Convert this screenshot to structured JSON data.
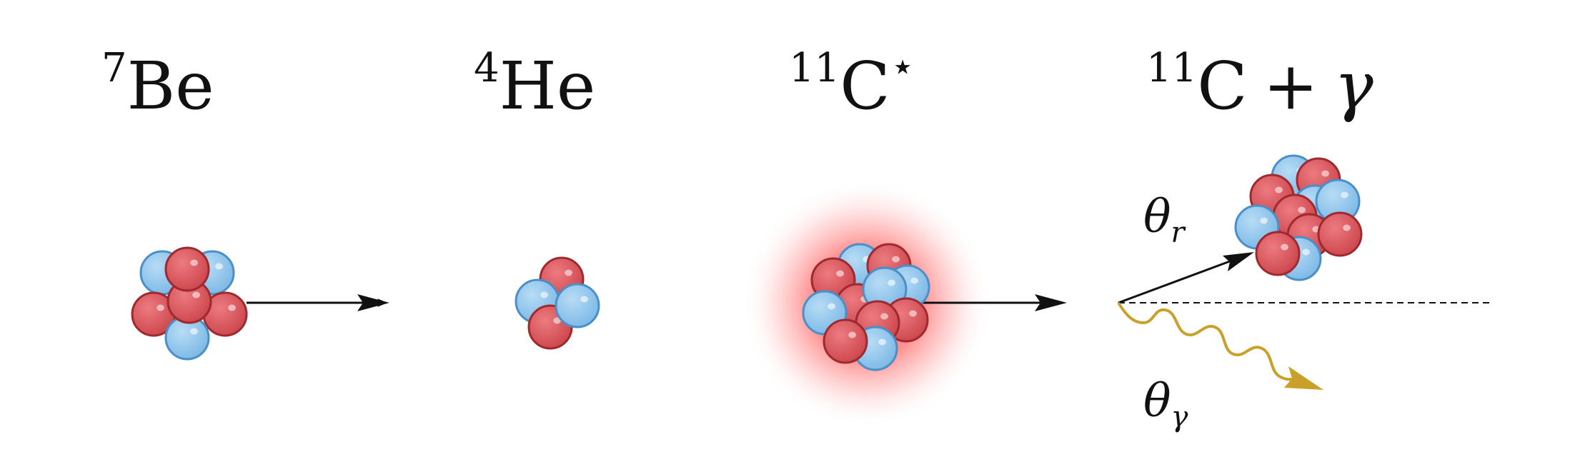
{
  "labels": {
    "be7": {
      "mass": "7",
      "symbol": "Be"
    },
    "he4": {
      "mass": "4",
      "symbol": "He"
    },
    "c11s": {
      "mass": "11",
      "symbol": "C",
      "star": "⋆"
    },
    "c11g": {
      "mass": "11",
      "symbol": "C",
      "plus": "+",
      "gamma": "γ"
    }
  },
  "angles": {
    "recoil": {
      "symbol": "θ",
      "sub": "r"
    },
    "gamma": {
      "symbol": "θ",
      "sub": "γ"
    }
  },
  "colors": {
    "proton": "#d9545a",
    "proton_edge": "#9e2a30",
    "neutron": "#8ec6ec",
    "neutron_edge": "#4a8fc7",
    "arrow": "#111111",
    "photon": "#c9a12a",
    "glow": "#ff2a2a"
  }
}
